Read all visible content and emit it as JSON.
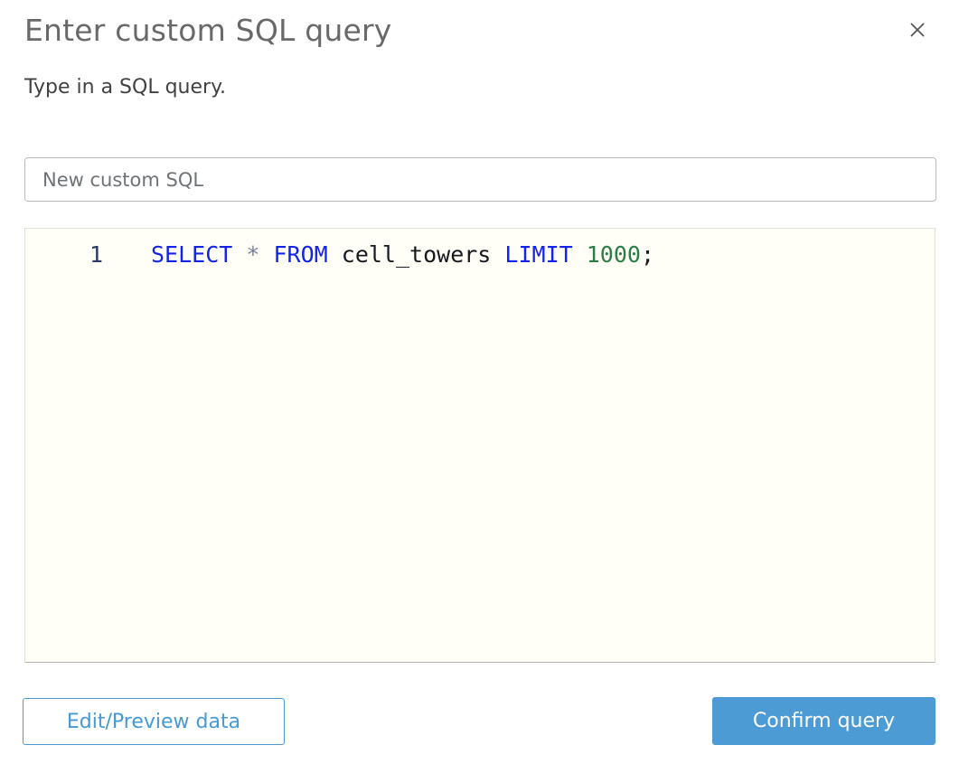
{
  "modal": {
    "title": "Enter custom SQL query",
    "subtitle": "Type in a SQL query.",
    "close_icon": "x-close-icon"
  },
  "name_input": {
    "value": "New custom SQL"
  },
  "editor": {
    "line_number": "1",
    "code_line": "SELECT * FROM cell_towers LIMIT 1000;",
    "tokens": [
      {
        "text": "SELECT",
        "type": "keyword"
      },
      {
        "text": " ",
        "type": "plain"
      },
      {
        "text": "*",
        "type": "operator"
      },
      {
        "text": " ",
        "type": "plain"
      },
      {
        "text": "FROM",
        "type": "keyword"
      },
      {
        "text": " ",
        "type": "plain"
      },
      {
        "text": "cell_towers",
        "type": "identifier"
      },
      {
        "text": " ",
        "type": "plain"
      },
      {
        "text": "LIMIT",
        "type": "keyword"
      },
      {
        "text": " ",
        "type": "plain"
      },
      {
        "text": "1000",
        "type": "number"
      },
      {
        "text": ";",
        "type": "punctuation"
      }
    ],
    "syntax_colors": {
      "keyword": "#1423e8",
      "operator": "#76809e",
      "identifier": "#16191f",
      "number": "#2d7d46",
      "punctuation": "#16191f",
      "plain": "#16191f"
    },
    "background_color": "#fffef7",
    "line_number_color": "#2b3a67"
  },
  "footer": {
    "secondary_button_label": "Edit/Preview data",
    "primary_button_label": "Confirm query",
    "accent_color": "#4d9bd4"
  }
}
